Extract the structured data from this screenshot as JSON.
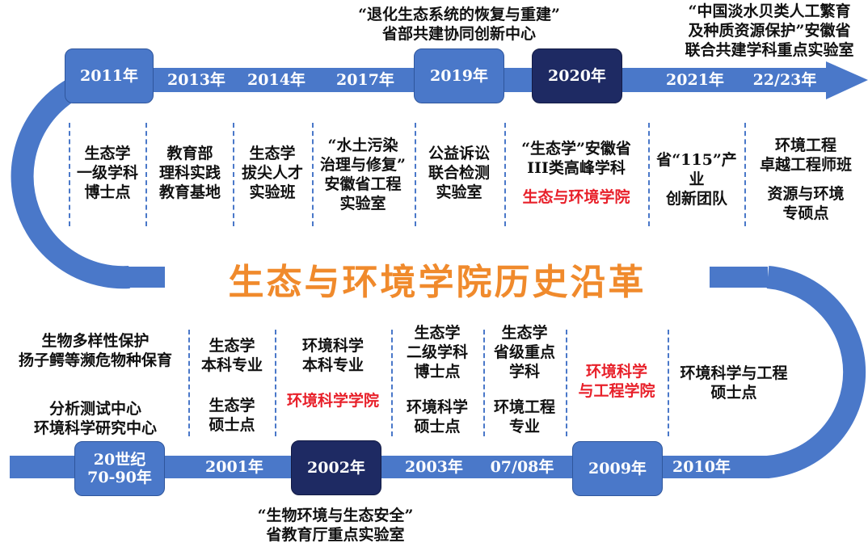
{
  "title": "生态与环境学院历史沿革",
  "colors": {
    "track": "#4a78c9",
    "highlight": "#1e2a63",
    "title": "#f08a2c",
    "accent_red": "#e8202a"
  },
  "top_years": {
    "y2011": "2011年",
    "y2013": "2013年",
    "y2014": "2014年",
    "y2017": "2017年",
    "y2019": "2019年",
    "y2020": "2020年",
    "y2021": "2021年",
    "y2223": "22/23年"
  },
  "bottom_years": {
    "y20c": "20世纪\n70-90年",
    "y2001": "2001年",
    "y2002": "2002年",
    "y2003": "2003年",
    "y0708": "07/08年",
    "y2009": "2009年",
    "y2010": "2010年"
  },
  "top_callouts": {
    "c2019": "“退化生态系统的恢复与重建”\n省部共建协同创新中心",
    "c2223": "“中国淡水贝类人工繁育\n及种质资源保护”安徽省\n联合共建学科重点实验室"
  },
  "bottom_callouts": {
    "c2002": "“生物环境与生态安全”\n省教育厅重点实验室"
  },
  "top_events": {
    "e2011": "生态学\n一级学科\n博士点",
    "e2013": "教育部\n理科实践\n教育基地",
    "e2014": "生态学\n拔尖人才\n实验班",
    "e2017": "“水土污染\n治理与修复”\n安徽省工程\n实验室",
    "e2019": "公益诉讼\n联合检测\n实验室",
    "e2020a": "“生态学”安徽省\nIII类高峰学科",
    "e2020b": "生态与环境学院",
    "e2021": "省“115”产业\n创新团队",
    "e2223a": "环境工程\n卓越工程师班",
    "e2223b": "资源与环境\n专硕点"
  },
  "bottom_events": {
    "e20c_a": "生物多样性保护\n扬子鳄等濒危物种保育",
    "e20c_b": "分析测试中心\n环境科学研究中心",
    "e2001a": "生态学\n本科专业",
    "e2001b": "生态学\n硕士点",
    "e2002a": "环境科学\n本科专业",
    "e2002b": "环境科学学院",
    "e2003a": "生态学\n二级学科\n博士点",
    "e2003b": "环境科学\n硕士点",
    "e0708a": "生态学\n省级重点\n学科",
    "e0708b": "环境工程\n专业",
    "e2009": "环境科学\n与工程学院",
    "e2010": "环境科学与工程\n硕士点"
  }
}
